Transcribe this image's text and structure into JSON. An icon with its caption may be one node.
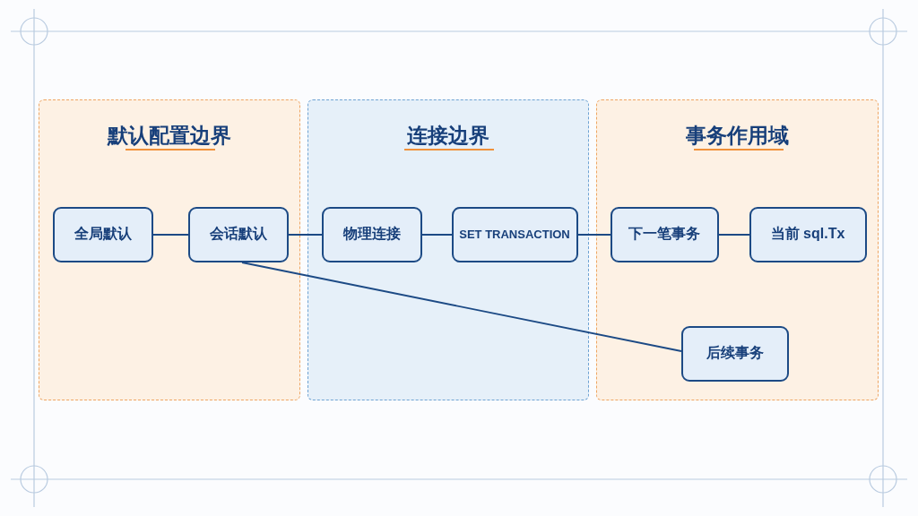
{
  "diagram": {
    "nodes": [
      {
        "text": [
          "默认配置边界"
        ]
      },
      {
        "text": [
          "全局默认"
        ],
        "in": 0
      },
      {
        "text": [
          "会话默认"
        ],
        "in": 0
      },
      {
        "text": [
          "连接边界"
        ]
      },
      {
        "text": [
          "物理连接"
        ],
        "in": 3
      },
      {
        "text": [
          "SET TRANSACTION"
        ],
        "in": 3
      },
      {
        "text": [
          "事务作用域"
        ]
      },
      {
        "text": [
          "下一笔事务"
        ],
        "in": 6
      },
      {
        "text": [
          "当前 sql.Tx"
        ],
        "in": 6
      },
      {
        "text": [
          "后续事务"
        ],
        "in": 6
      }
    ],
    "edges": [
      {
        "from": 1,
        "to": 2,
        "arrow": "none"
      },
      {
        "from": 2,
        "to": 4,
        "arrow": "none"
      },
      {
        "from": 4,
        "to": 5,
        "arrow": "none"
      },
      {
        "from": 5,
        "to": 7,
        "arrow": "none"
      },
      {
        "from": 7,
        "to": 8,
        "arrow": "none"
      },
      {
        "from": 2,
        "to": 9,
        "arrow": "none"
      }
    ]
  }
}
